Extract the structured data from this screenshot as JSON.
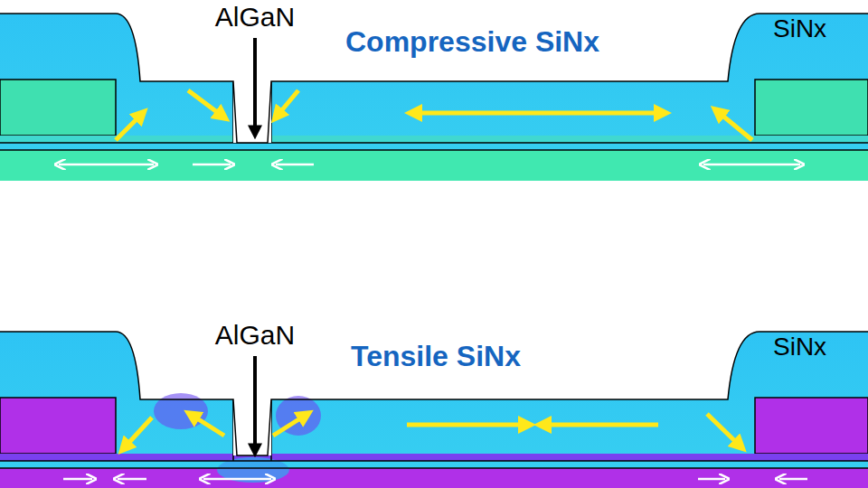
{
  "diagram": {
    "labels": [
      "AlGaN",
      "Compressive SiNx",
      "SiNx",
      "AlGaN",
      "Tensile SiNx",
      "SiNx"
    ]
  }
}
